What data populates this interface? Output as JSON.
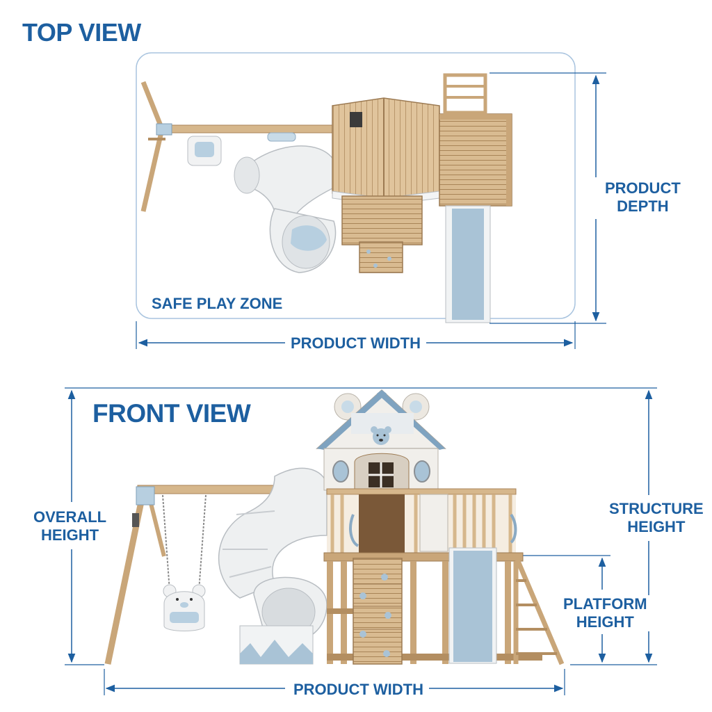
{
  "top_view": {
    "title": "TOP VIEW",
    "zone_label": "SAFE PLAY ZONE",
    "width_label": "PRODUCT WIDTH",
    "depth_label": [
      "PRODUCT",
      "DEPTH"
    ]
  },
  "front_view": {
    "title": "FRONT VIEW",
    "overall_height_label": [
      "OVERALL",
      "HEIGHT"
    ],
    "structure_height_label": [
      "STRUCTURE",
      "HEIGHT"
    ],
    "platform_height_label": [
      "PLATFORM",
      "HEIGHT"
    ],
    "width_label": "PRODUCT WIDTH"
  },
  "colors": {
    "accent": "#1d5fa0",
    "zone_outline": "#a9c4df",
    "wood_light": "#e2c9a3",
    "wood_mid": "#cfae82",
    "wood_dark": "#9c7a52",
    "slide_white": "#eceeef",
    "slide_blue": "#a9c3d6"
  }
}
